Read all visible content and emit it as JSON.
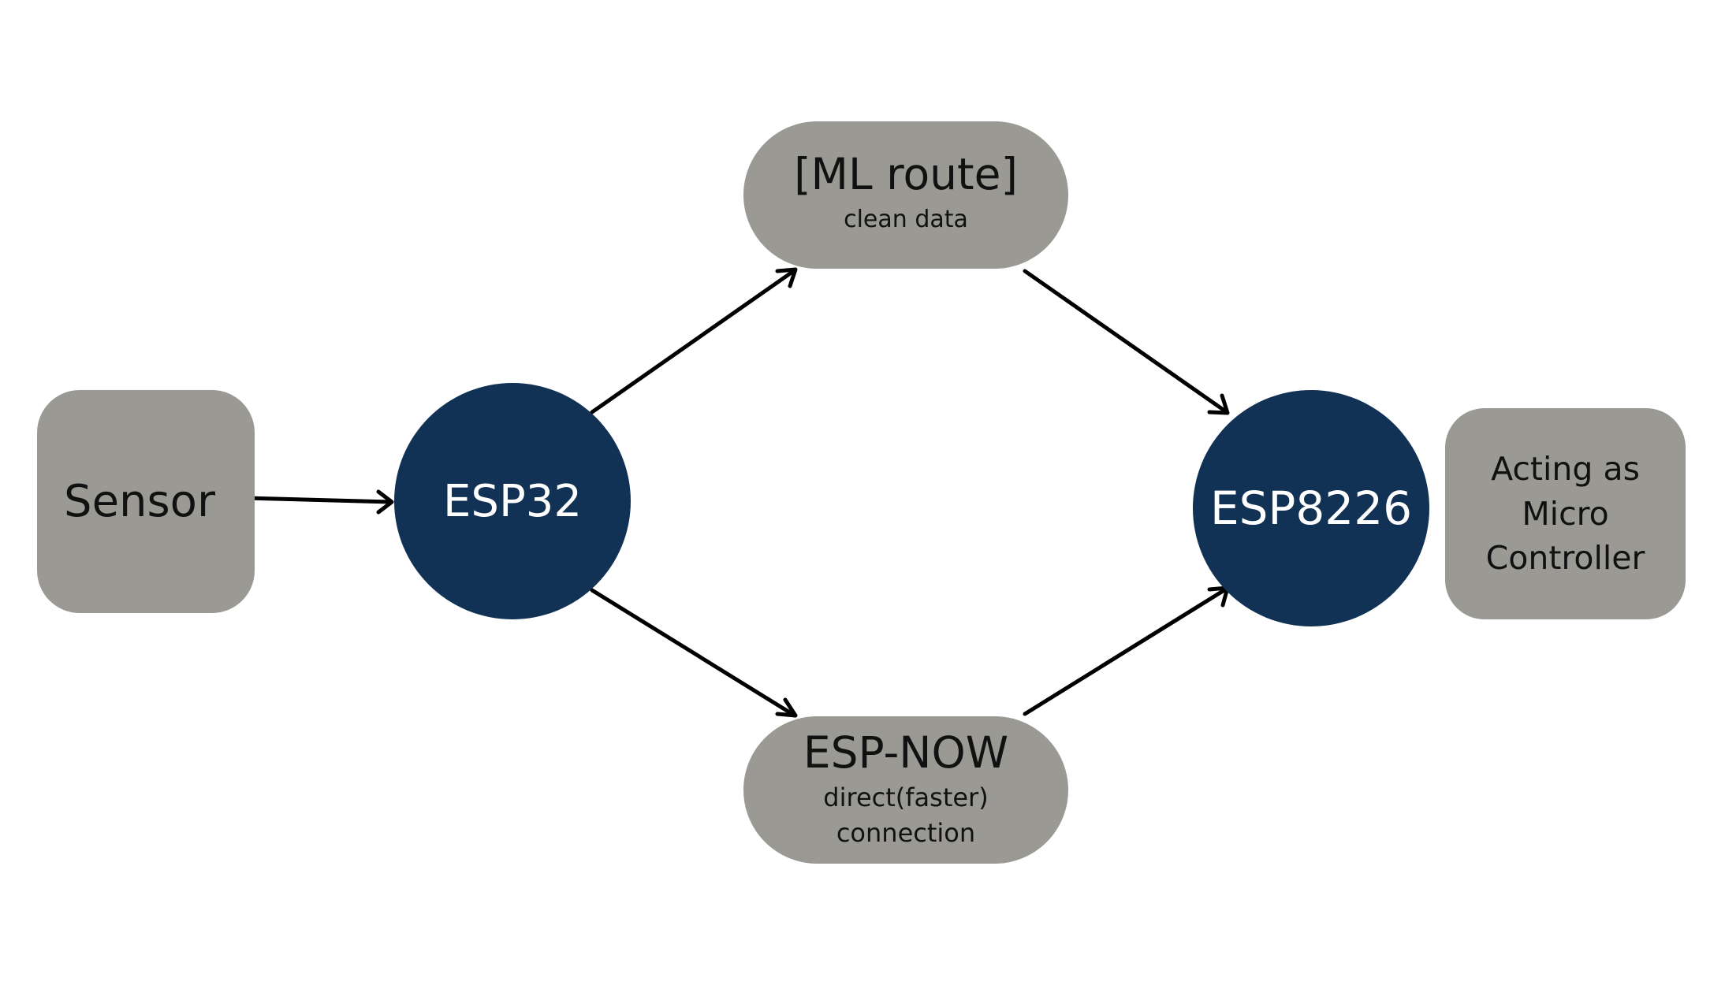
{
  "colors": {
    "box_fill": "#9a9994",
    "circle_fill": "#113255",
    "box_text": "#111111",
    "circle_text": "#ffffff",
    "arrow": "#000000"
  },
  "nodes": {
    "sensor": {
      "label": "Sensor"
    },
    "esp32": {
      "label": "ESP32"
    },
    "ml_route": {
      "label": "[ML route]",
      "sublabel": "clean data"
    },
    "esp_now": {
      "label": "ESP-NOW",
      "sublabel": "direct(faster)\nconnection"
    },
    "esp8226": {
      "label": "ESP8226"
    },
    "microcontroller": {
      "label": "Acting as\nMicro\nController"
    }
  },
  "edges": [
    {
      "from": "sensor",
      "to": "esp32"
    },
    {
      "from": "esp32",
      "to": "ml_route"
    },
    {
      "from": "esp32",
      "to": "esp_now"
    },
    {
      "from": "ml_route",
      "to": "esp8226"
    },
    {
      "from": "esp_now",
      "to": "esp8226"
    }
  ]
}
